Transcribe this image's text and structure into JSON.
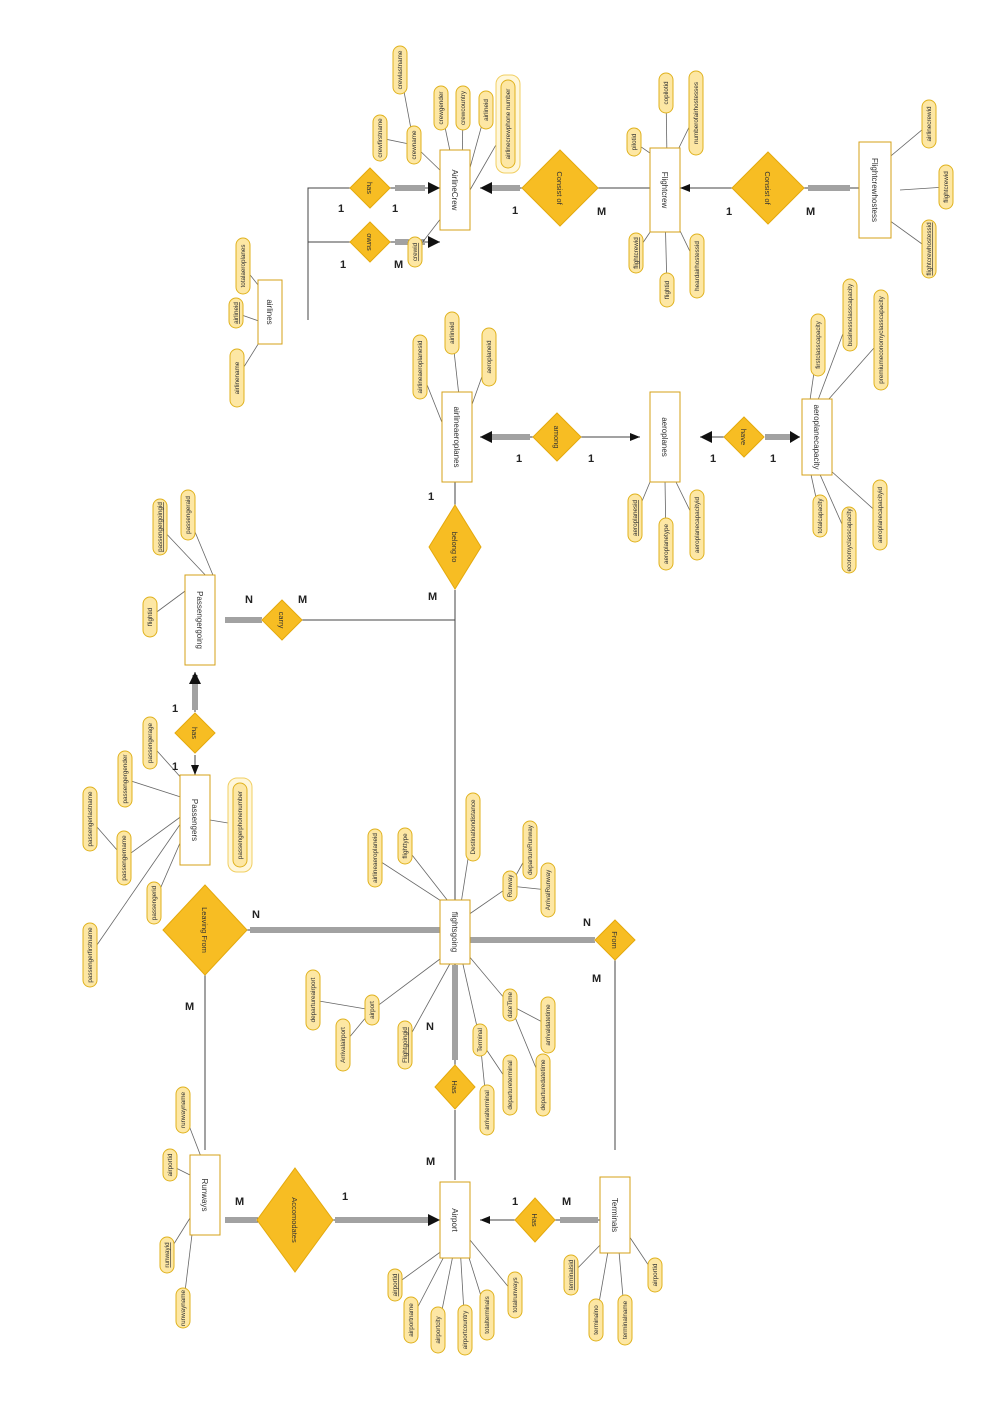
{
  "entities": {
    "airlines": "airlines",
    "airlinecrew": "AirlineCrew",
    "flightcrew": "Flightcrew",
    "flightcrewhostess": "Flightcrewhostess",
    "airlineaeroplanes": "airlineaeroplanes",
    "aeroplanes": "aeroplanes",
    "aeroplanecapacity": "aeroplanecapacity",
    "passengergoing": "Passengergoing",
    "passengers": "Passengers",
    "flightsgoing": "flightsgoing",
    "runways": "Runways",
    "airport": "Airport",
    "terminals": "Terminals"
  },
  "relationships": {
    "has_airline_crew": "has",
    "consist_of_crew": "Consist of",
    "consist_of_hostess": "Consist of",
    "owns": "owns",
    "among": "among",
    "have": "have",
    "belong_to": "belong to",
    "carry": "carry",
    "has_passenger": "has",
    "leaving_from": "Leaving From",
    "from": "From",
    "has_airport_flight": "Has",
    "accomodates": "Accomodates",
    "has_terminals": "Has"
  },
  "attributes": {
    "airlines": [
      "airlinename",
      "airlineid",
      "totalaeroplanes"
    ],
    "airlinecrew": [
      "crewid",
      "crewname",
      "crewfirstname",
      "crewlastname",
      "crewgender",
      "crewcountry",
      "airlineid",
      "airlinecrewphone number"
    ],
    "flightcrew": [
      "flightcrewid",
      "flightid",
      "heardairhostessid",
      "pilotid",
      "copilotid",
      "numberofairhostesses"
    ],
    "flightcrewhostess": [
      "flightcrewhostessid",
      "flightcrewid",
      "airlinecrewid"
    ],
    "airlineaeroplanes": [
      "airlineaeroplanesid",
      "airlineid",
      "aeroplaneid"
    ],
    "aeroplanes": [
      "aeroplanesid",
      "aeroplanetype",
      "aeroplanecapacityid"
    ],
    "aeroplanecapacity": [
      "totalcapacity",
      "economyclasscapacity",
      "aeroplanecapacityid",
      "firstclasscapacity",
      "businessclasscapacity",
      "premiumeconomyclasscapacity"
    ],
    "passengergoing": [
      "flightid",
      "passengergoingid",
      "passengeraid"
    ],
    "passengers": [
      "passengerfirstname",
      "passengername",
      "passengerlastname",
      "passengerid",
      "passengergender",
      "passengerage",
      "passengerphonenumber"
    ],
    "flightsgoing": [
      "airlineaeroplaneid",
      "flighttype",
      "Destinationdistance",
      "Runway",
      "departureRunway",
      "ArrivalRunway",
      "dateTime",
      "arrivaldatetime",
      "departuredatetime",
      "Terminal",
      "arrivalterminal",
      "departureterminal",
      "Flightgoingid",
      "airport",
      "departureairport",
      "Arrivalairport"
    ],
    "runways": [
      "runwayname",
      "runwayid",
      "airportid",
      "runwayname"
    ],
    "airport": [
      "airportid",
      "airportname",
      "airportcity",
      "airportcountry",
      "totalterminals",
      "totalrunways"
    ],
    "terminals": [
      "terminalsid",
      "terminalno",
      "terminalname",
      "airportid"
    ]
  },
  "cardinalities": {
    "has_crew_airlines": "1",
    "has_crew_airlinecrew": "1",
    "consist_crew_airlinecrew": "1",
    "consist_crew_flightcrew": "M",
    "consist_hostess_flightcrew": "1",
    "consist_hostess_hostess": "M",
    "owns_airlines": "1",
    "owns_aeroplanes": "M",
    "among_airlineaeroplanes": "1",
    "among_aeroplanes": "1",
    "have_aeroplanes": "1",
    "have_capacity": "1",
    "belong_airlineaeroplanes": "1",
    "belong_flightsgoing": "M",
    "carry_passengergoing": "N",
    "carry_flightsgoing": "M",
    "has_pass_passengergoing": "1",
    "has_pass_passengers": "1",
    "leaving_flightsgoing": "N",
    "leaving_runways": "M",
    "from_flightsgoing": "N",
    "from_terminals": "M",
    "has_airport_flightsgoing": "N",
    "has_airport_airport": "M",
    "accomodates_airport": "1",
    "accomodates_runways": "M",
    "has_terminal_airport": "1",
    "has_terminal_terminals": "M"
  },
  "colors": {
    "attribute_fill": "#fde7a4",
    "relationship_fill": "#f7bd23",
    "entity_border": "#d6a017"
  }
}
